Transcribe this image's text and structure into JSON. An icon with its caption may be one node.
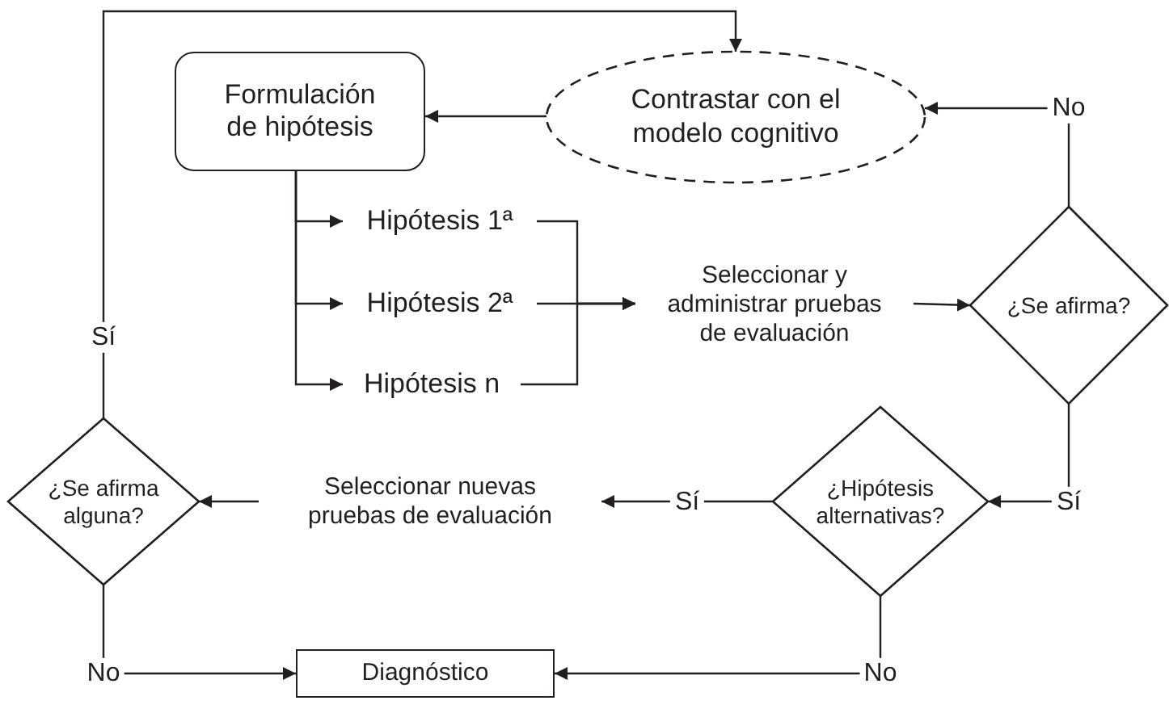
{
  "diagram": {
    "nodes": [
      {
        "text": [
          "Formulación de hipótesis"
        ]
      },
      {
        "text": [
          "Contrastar con el modelo cognitivo"
        ]
      },
      {
        "text": [
          "Hipótesis 1ª"
        ]
      },
      {
        "text": [
          "Hipótesis 2ª"
        ]
      },
      {
        "text": [
          "Hipótesis n"
        ]
      },
      {
        "text": [
          "Seleccionar y administrar pruebas de evaluación"
        ]
      },
      {
        "text": [
          "¿Se afirma?"
        ]
      },
      {
        "text": [
          "¿Hipótesis alternativas?"
        ]
      },
      {
        "text": [
          "Seleccionar nuevas pruebas de evaluación"
        ]
      },
      {
        "text": [
          "¿Se afirma alguna?"
        ]
      },
      {
        "text": [
          "Diagnóstico"
        ]
      }
    ],
    "edges": [
      {
        "from": 1,
        "to": 0,
        "arrow": "to"
      },
      {
        "from": 6,
        "to": 1,
        "arrow": "to",
        "label": "No"
      },
      {
        "from": 0,
        "to": 2,
        "arrow": "to"
      },
      {
        "from": 0,
        "to": 3,
        "arrow": "to"
      },
      {
        "from": 0,
        "to": 4,
        "arrow": "to"
      },
      {
        "from": 2,
        "to": 5,
        "arrow": "to"
      },
      {
        "from": 3,
        "to": 5,
        "arrow": "to"
      },
      {
        "from": 4,
        "to": 5,
        "arrow": "to"
      },
      {
        "from": 5,
        "to": 6,
        "arrow": "to"
      },
      {
        "from": 6,
        "to": 7,
        "arrow": "to",
        "label": "Sí"
      },
      {
        "from": 7,
        "to": 8,
        "arrow": "to",
        "label": "Sí"
      },
      {
        "from": 8,
        "to": 9,
        "arrow": "to"
      },
      {
        "from": 9,
        "to": 10,
        "arrow": "to",
        "label": "No"
      },
      {
        "from": 7,
        "to": 10,
        "arrow": "to",
        "label": "No"
      },
      {
        "from": 9,
        "to": 1,
        "arrow": "to",
        "label": "Sí"
      }
    ]
  }
}
